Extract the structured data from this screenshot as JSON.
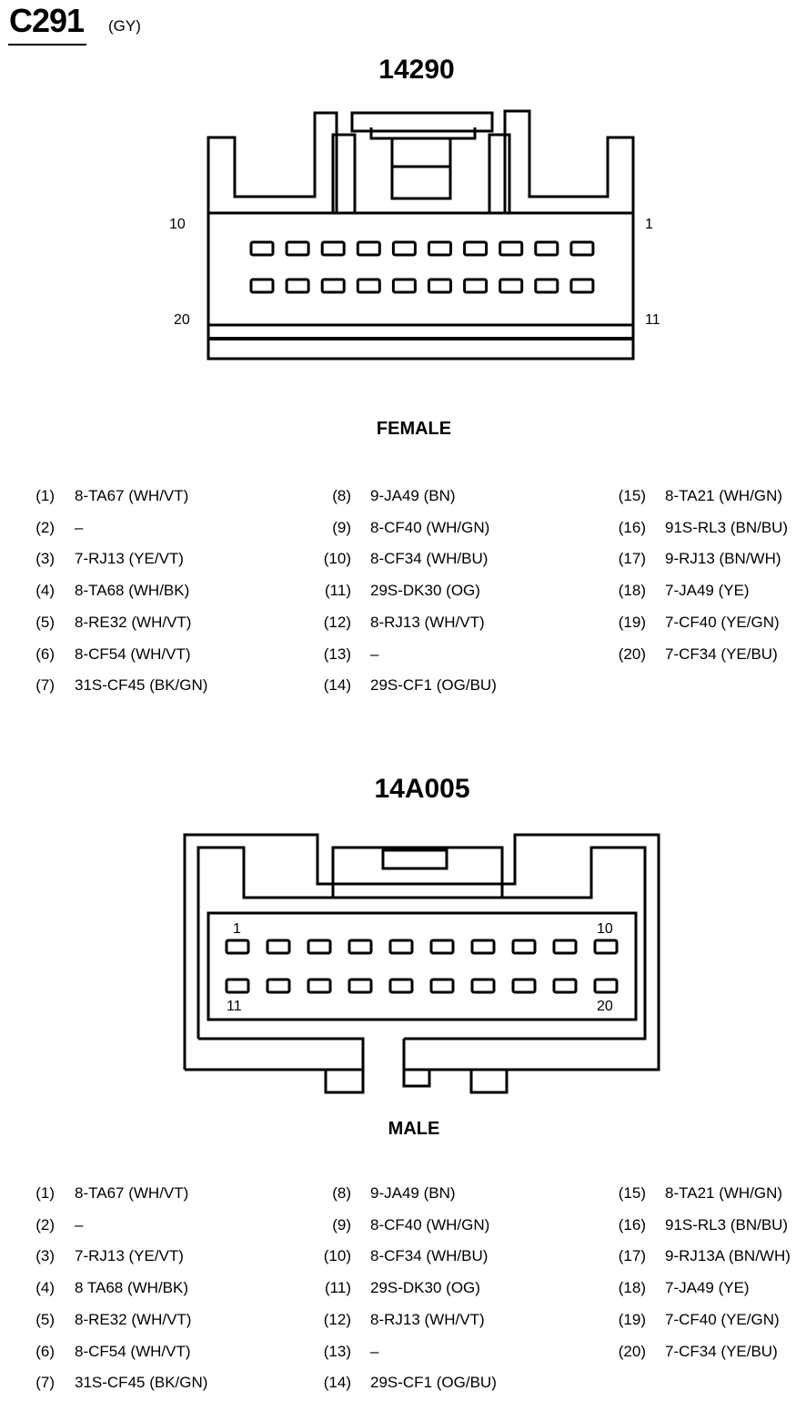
{
  "header": {
    "title": "C291",
    "color_code": "(GY)"
  },
  "female": {
    "part_number": "14290",
    "label": "FEMALE",
    "pin_numbers": {
      "top_left": "10",
      "top_right": "1",
      "bottom_left": "20",
      "bottom_right": "11"
    },
    "pins": [
      {
        "num": "(1)",
        "desc": "8-TA67 (WH/VT)"
      },
      {
        "num": "(2)",
        "desc": "–"
      },
      {
        "num": "(3)",
        "desc": "7-RJ13 (YE/VT)"
      },
      {
        "num": "(4)",
        "desc": "8-TA68 (WH/BK)"
      },
      {
        "num": "(5)",
        "desc": "8-RE32 (WH/VT)"
      },
      {
        "num": "(6)",
        "desc": "8-CF54 (WH/VT)"
      },
      {
        "num": "(7)",
        "desc": "31S-CF45 (BK/GN)"
      },
      {
        "num": "(8)",
        "desc": "9-JA49 (BN)"
      },
      {
        "num": "(9)",
        "desc": "8-CF40 (WH/GN)"
      },
      {
        "num": "(10)",
        "desc": "8-CF34 (WH/BU)"
      },
      {
        "num": "(11)",
        "desc": "29S-DK30 (OG)"
      },
      {
        "num": "(12)",
        "desc": "8-RJ13 (WH/VT)"
      },
      {
        "num": "(13)",
        "desc": "–"
      },
      {
        "num": "(14)",
        "desc": "29S-CF1 (OG/BU)"
      },
      {
        "num": "(15)",
        "desc": "8-TA21 (WH/GN)"
      },
      {
        "num": "(16)",
        "desc": "91S-RL3 (BN/BU)"
      },
      {
        "num": "(17)",
        "desc": "9-RJ13 (BN/WH)"
      },
      {
        "num": "(18)",
        "desc": "7-JA49 (YE)"
      },
      {
        "num": "(19)",
        "desc": "7-CF40 (YE/GN)"
      },
      {
        "num": "(20)",
        "desc": "7-CF34 (YE/BU)"
      }
    ]
  },
  "male": {
    "part_number": "14A005",
    "label": "MALE",
    "pin_numbers": {
      "top_left": "1",
      "top_right": "10",
      "bottom_left": "11",
      "bottom_right": "20"
    },
    "pins": [
      {
        "num": "(1)",
        "desc": "8-TA67 (WH/VT)"
      },
      {
        "num": "(2)",
        "desc": "–"
      },
      {
        "num": "(3)",
        "desc": "7-RJ13 (YE/VT)"
      },
      {
        "num": "(4)",
        "desc": "8 TA68 (WH/BK)"
      },
      {
        "num": "(5)",
        "desc": "8-RE32 (WH/VT)"
      },
      {
        "num": "(6)",
        "desc": "8-CF54 (WH/VT)"
      },
      {
        "num": "(7)",
        "desc": "31S-CF45 (BK/GN)"
      },
      {
        "num": "(8)",
        "desc": "9-JA49 (BN)"
      },
      {
        "num": "(9)",
        "desc": "8-CF40 (WH/GN)"
      },
      {
        "num": "(10)",
        "desc": "8-CF34 (WH/BU)"
      },
      {
        "num": "(11)",
        "desc": "29S-DK30 (OG)"
      },
      {
        "num": "(12)",
        "desc": "8-RJ13 (WH/VT)"
      },
      {
        "num": "(13)",
        "desc": "–"
      },
      {
        "num": "(14)",
        "desc": "29S-CF1 (OG/BU)"
      },
      {
        "num": "(15)",
        "desc": "8-TA21 (WH/GN)"
      },
      {
        "num": "(16)",
        "desc": "91S-RL3 (BN/BU)"
      },
      {
        "num": "(17)",
        "desc": "9-RJ13A (BN/WH)"
      },
      {
        "num": "(18)",
        "desc": "7-JA49 (YE)"
      },
      {
        "num": "(19)",
        "desc": "7-CF40 (YE/GN)"
      },
      {
        "num": "(20)",
        "desc": "7-CF34 (YE/BU)"
      }
    ]
  }
}
